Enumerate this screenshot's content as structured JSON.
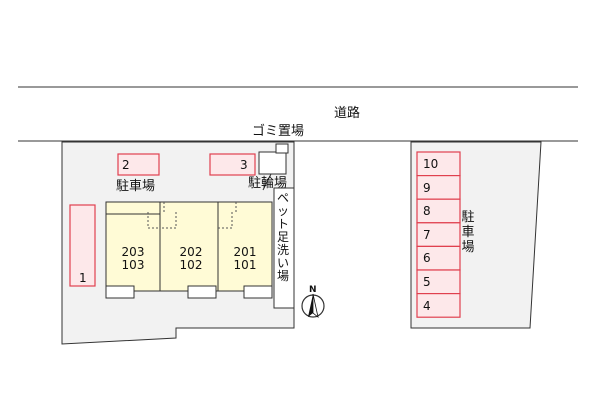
{
  "road_label": "道路",
  "garbage_label": "ゴミ置場",
  "bicycle_label": "駐輪場",
  "pet_wash_label": "ペット足洗い場",
  "left_parking_label": "駐車場",
  "right_parking_label": "駐車場",
  "north_label": "N",
  "left_spaces": [
    "1",
    "2",
    "3"
  ],
  "right_spaces": [
    "10",
    "9",
    "8",
    "7",
    "6",
    "5",
    "4"
  ],
  "units": [
    {
      "upper": "203",
      "lower": "103"
    },
    {
      "upper": "202",
      "lower": "102"
    },
    {
      "upper": "201",
      "lower": "101"
    }
  ],
  "colors": {
    "parking_stroke": "#e0404f",
    "parking_fill": "#fde8ea",
    "building_fill": "#fffbd6",
    "lot_fill": "#f2f2f2",
    "line": "#333333"
  }
}
